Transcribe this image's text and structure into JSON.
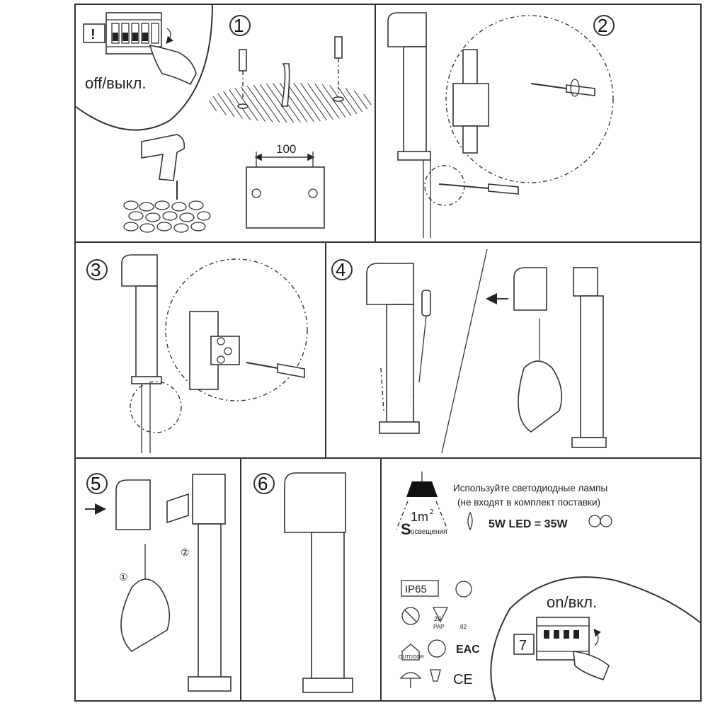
{
  "step1": {
    "number": "1",
    "switch_warning": "!",
    "off_label": "off/выкл.",
    "dimension": "100"
  },
  "step2": {
    "number": "2"
  },
  "step3": {
    "number": "3"
  },
  "step4": {
    "number": "4"
  },
  "step5": {
    "number": "5",
    "sub1": "①",
    "sub2": "②"
  },
  "step6": {
    "number": "6"
  },
  "info": {
    "led_line1": "Используйте светодиодные лампы",
    "led_line2": "(не входят в комплект поставки)",
    "area": "1m",
    "area_sup": "2",
    "s_letter": "S",
    "s_caption": "освещения",
    "led_equiv": "5W LED = 35W"
  },
  "marks": {
    "ip": "IP65",
    "recycle_number": "20",
    "recycle_code": "PAP",
    "mark_code": "82",
    "outdoor": "OUTDOOR",
    "eac": "EAC",
    "ce": "CE"
  },
  "step7": {
    "number": "7",
    "on_label": "on/вкл."
  }
}
